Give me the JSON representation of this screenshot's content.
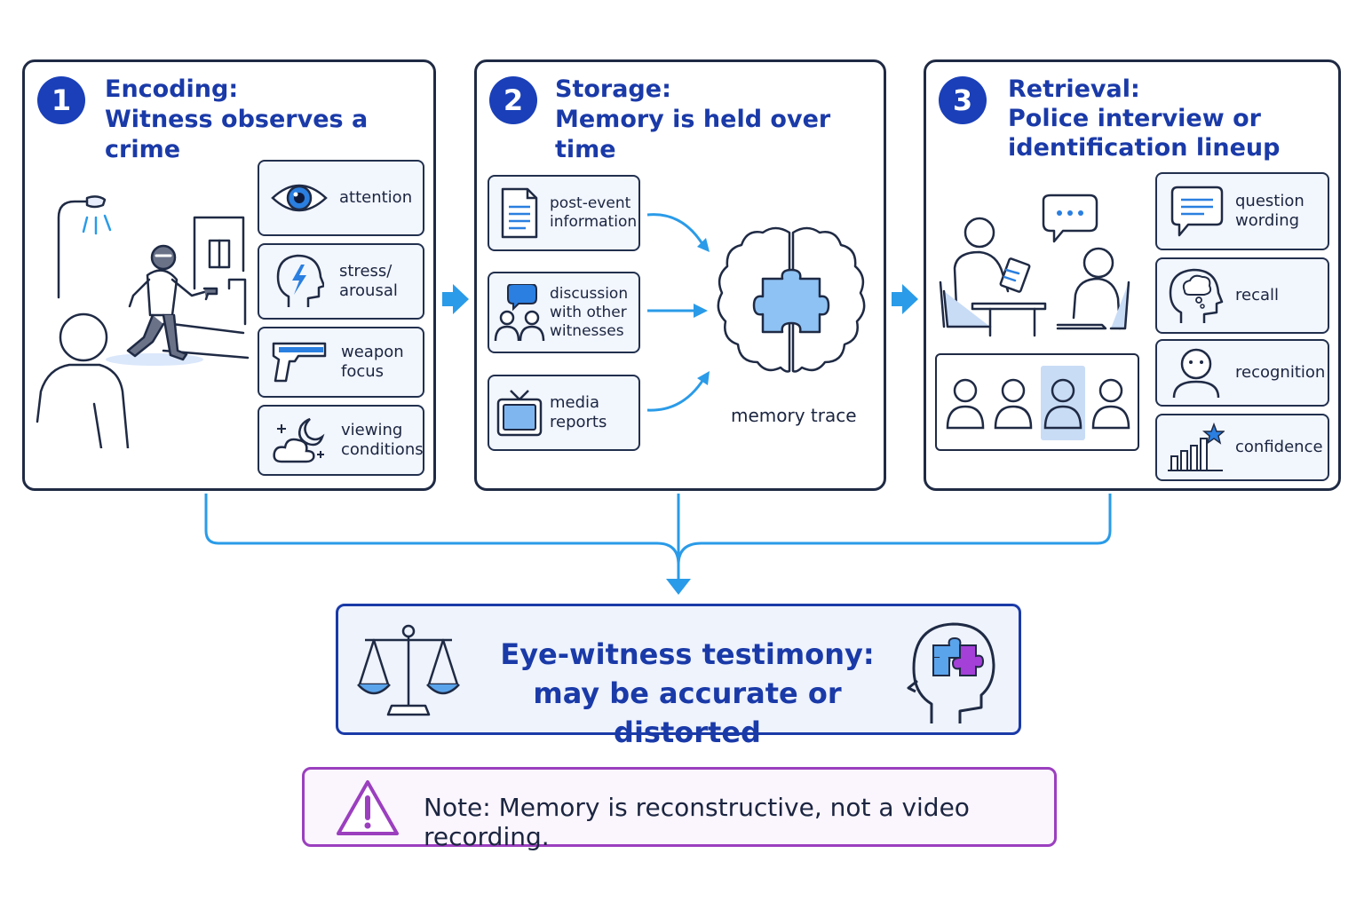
{
  "panels": {
    "encoding": {
      "number": "1",
      "title_line1": "Encoding:",
      "title_line2": "Witness observes a crime",
      "factors": [
        "attention",
        "stress/\narousal",
        "weapon\nfocus",
        "viewing\nconditions"
      ],
      "icons": [
        "eye-icon",
        "stressed-head-icon",
        "gun-icon",
        "night-cloud-icon"
      ]
    },
    "storage": {
      "number": "2",
      "title_line1": "Storage:",
      "title_line2": "Memory is held over time",
      "factors": [
        "post-event\ninformation",
        "discussion\nwith other\nwitnesses",
        "media\nreports"
      ],
      "icons": [
        "document-icon",
        "people-chat-icon",
        "tv-icon"
      ],
      "trace_label": "memory trace"
    },
    "retrieval": {
      "number": "3",
      "title_line1": "Retrieval:",
      "title_line2": "Police interview or",
      "title_line3": "identification lineup",
      "factors": [
        "question\nwording",
        "recall",
        "recognition",
        "confidence"
      ],
      "icons": [
        "speech-bubble-icon",
        "thought-head-icon",
        "person-face-icon",
        "bar-chart-star-icon"
      ]
    }
  },
  "result": {
    "line1": "Eye-witness testimony:",
    "line2": "may be accurate or distorted"
  },
  "note": {
    "text": "Note: Memory is reconstructive, not a video recording."
  },
  "colors": {
    "primary_blue": "#1a3aa8",
    "arrow_blue": "#2a9be8",
    "dark_outline": "#1f2a44",
    "note_purple": "#9b3fbf"
  }
}
